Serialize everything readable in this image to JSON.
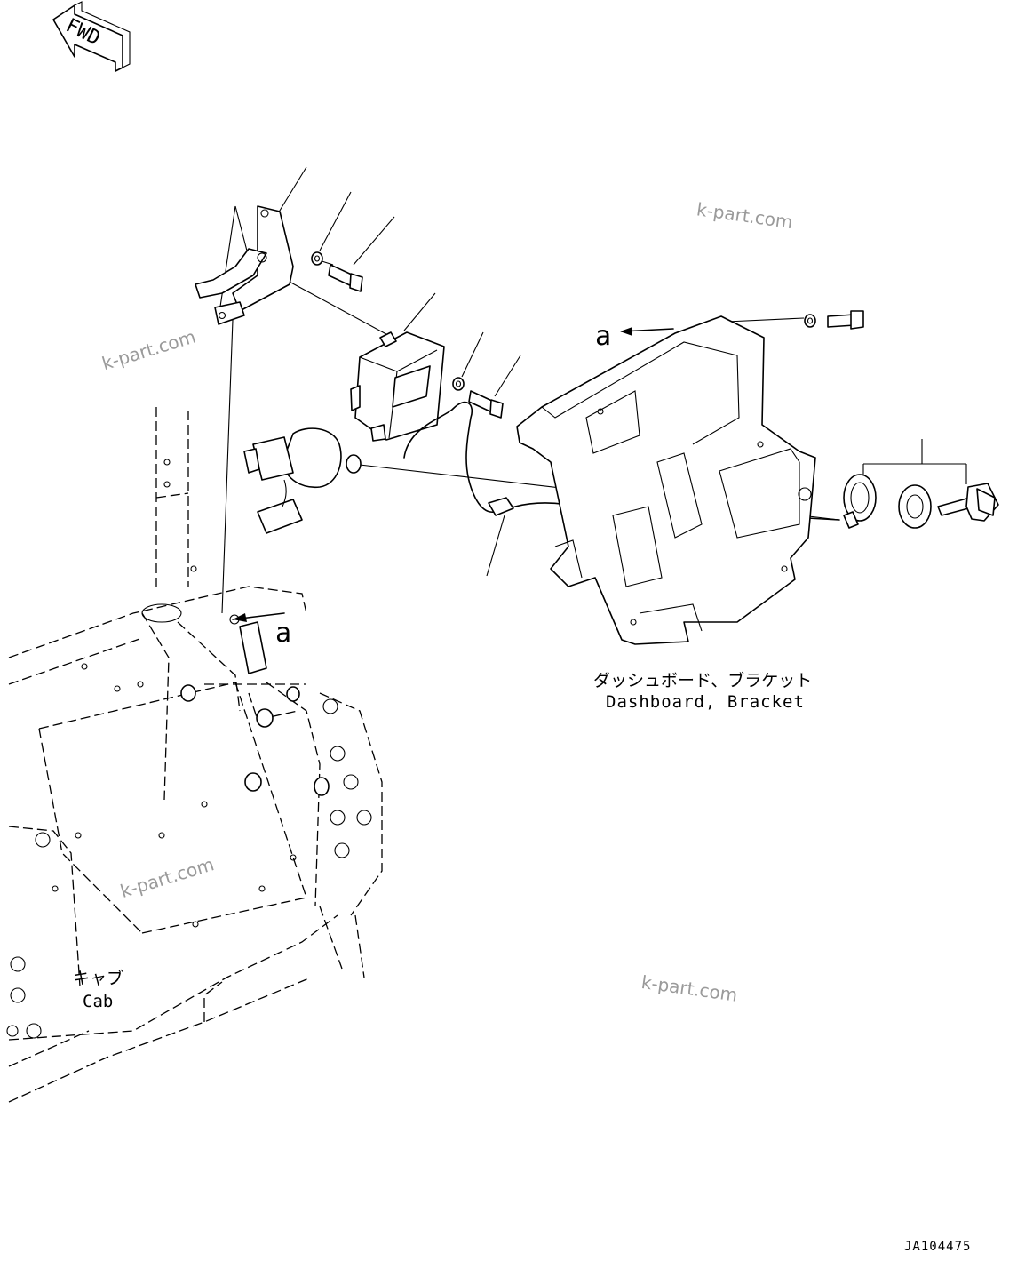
{
  "fwd_label": "FWD",
  "ref_a_label": "a",
  "dashboard_label_jp": "ダッシュボード、ブラケット",
  "dashboard_label_en": "Dashboard, Bracket",
  "cab_label_jp": "キャブ",
  "cab_label_en": "Cab",
  "watermark": "k-part.com",
  "figure_code": "JA104475"
}
